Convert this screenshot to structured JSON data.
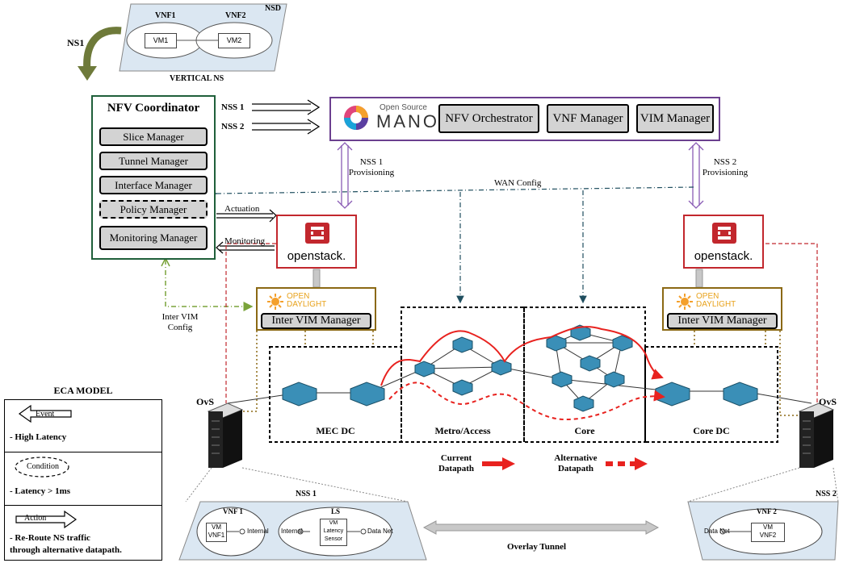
{
  "nsd": {
    "label": "NSD",
    "vnf1": "VNF1",
    "vnf2": "VNF2",
    "vm1": "VM1",
    "vm2": "VM2",
    "caption": "VERTICAL NS",
    "ns_label": "NS1"
  },
  "coordinator": {
    "title": "NFV Coordinator",
    "managers": [
      "Slice Manager",
      "Tunnel Manager",
      "Interface Manager",
      "Policy Manager",
      "Monitoring Manager"
    ]
  },
  "nss_arrows": [
    "NSS 1",
    "NSS 2"
  ],
  "mano": {
    "brand_small": "Open Source",
    "brand_big": "MANO",
    "boxes": [
      "NFV Orchestrator",
      "VNF Manager",
      "VIM Manager"
    ]
  },
  "provisioning": {
    "left": [
      "NSS 1",
      "Provisioning"
    ],
    "right": [
      "NSS 2",
      "Provisioning"
    ]
  },
  "wan_config": "WAN Config",
  "actuation": "Actuation",
  "monitoring": "Monitoring",
  "openstack_label": "openstack.",
  "odl": {
    "line1": "OPEN",
    "line2": "DAYLIGHT",
    "manager": "Inter VIM Manager"
  },
  "inter_vim_config": [
    "Inter VIM",
    "Config"
  ],
  "regions": [
    "MEC DC",
    "Metro/Access",
    "Core",
    "Core DC"
  ],
  "ovs": "OvS",
  "datapath_legend": {
    "current": [
      "Current",
      "Datapath"
    ],
    "alternative": [
      "Alternative",
      "Datapath"
    ]
  },
  "eca": {
    "title": "ECA MODEL",
    "event": "Event",
    "event_desc": "- High Latency",
    "condition": "Condition",
    "condition_desc": "- Latency > 1ms",
    "action": "Action",
    "action_desc": [
      "- Re-Route NS traffic",
      "through alternative datapath."
    ]
  },
  "nss1_detail": {
    "label": "NSS 1",
    "vnf1": "VNF 1",
    "vm": "VM",
    "vnf_name": "VNF1",
    "internal": "Internal",
    "ls": "LS",
    "ls_internal": "Internal",
    "ls_vm": [
      "VM",
      "Latency",
      "Sensor"
    ],
    "data_net": "Data Net"
  },
  "nss2_detail": {
    "label": "NSS 2",
    "vnf2": "VNF 2",
    "data_net": "Data Net",
    "vm": "VM",
    "vnf_name": "VNF2"
  },
  "overlay_tunnel": "Overlay Tunnel",
  "colors": {
    "coordinator_border": "#1f5f3a",
    "mano_border": "#6b3f8f",
    "openstack_red": "#c2272d",
    "odl_border": "#8b6914",
    "wan_line": "#1f4e5f",
    "inter_vim_line": "#7aa33a",
    "datapath": "#e8221f",
    "switch": "#3a8fb7"
  }
}
